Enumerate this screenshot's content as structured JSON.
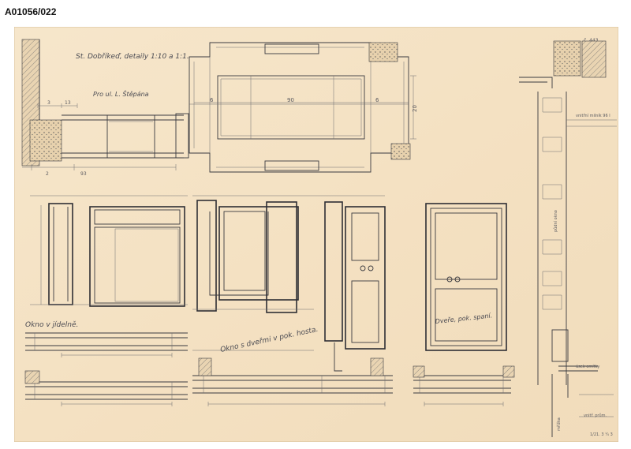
{
  "archive_id": "A01056/022",
  "sheet": {
    "title": "St. Dobříkeď, detaily 1:10 a 1:1.",
    "note": "Pro ul. L. Štěpána",
    "sheet_number": "č. 443",
    "labels": {
      "window_dining": "Okno v jídelně.",
      "window_with_doors": "Okno s dveřmi v pok. hosta.",
      "doors_bedroom": "Dveře, pok. spaní."
    },
    "dimensions": {
      "d6_left": "6",
      "d90": "90",
      "d6_right": "6",
      "d20": "20",
      "d3": "3",
      "d13": "13",
      "d2": "2",
      "d93": "93"
    },
    "side_notes": [
      "vnitřní milník 96 l",
      "půdní okno",
      "úsek omítky"
    ],
    "bottom_note": "1/21. 3 ¼ 3",
    "colors": {
      "paper": "#f5e3c6",
      "ink": "#3a3a40",
      "background": "#ffffff"
    }
  }
}
